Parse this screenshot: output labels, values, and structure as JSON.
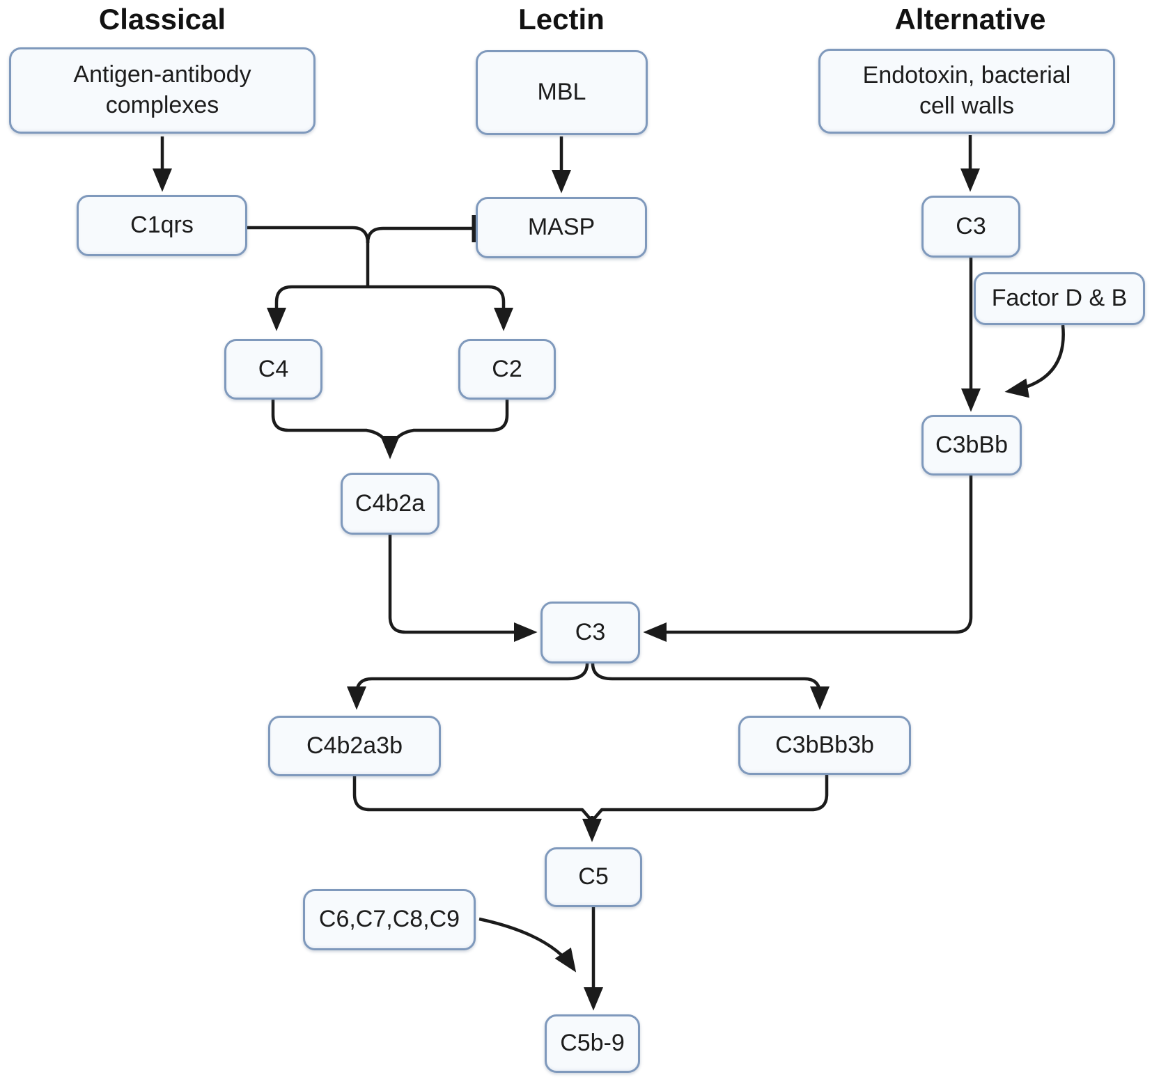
{
  "diagram": {
    "headers": {
      "classical": "Classical",
      "lectin": "Lectin",
      "alternative": "Alternative"
    },
    "nodes": {
      "antigen": {
        "lines": [
          "Antigen-antibody",
          "complexes"
        ]
      },
      "mbl": {
        "lines": [
          "MBL"
        ]
      },
      "endotoxin": {
        "lines": [
          "Endotoxin, bacterial",
          "cell walls"
        ]
      },
      "c1qrs": {
        "lines": [
          "C1qrs"
        ]
      },
      "masp": {
        "lines": [
          "MASP"
        ]
      },
      "c3_alt": {
        "lines": [
          "C3"
        ]
      },
      "factor_db": {
        "lines": [
          "Factor D & B"
        ]
      },
      "c4": {
        "lines": [
          "C4"
        ]
      },
      "c2": {
        "lines": [
          "C2"
        ]
      },
      "c3bbb": {
        "lines": [
          "C3bBb"
        ]
      },
      "c4b2a": {
        "lines": [
          "C4b2a"
        ]
      },
      "c3_central": {
        "lines": [
          "C3"
        ]
      },
      "c4b2a3b": {
        "lines": [
          "C4b2a3b"
        ]
      },
      "c3bbb3b": {
        "lines": [
          "C3bBb3b"
        ]
      },
      "c5": {
        "lines": [
          "C5"
        ]
      },
      "c6789": {
        "lines": [
          "C6,C7,C8,C9"
        ]
      },
      "c5b9": {
        "lines": [
          "C5b-9"
        ]
      }
    },
    "colors": {
      "background": "#ffffff",
      "box_fill": "#f7fafd",
      "box_border": "#7f99bc",
      "connector": "#1b1b1b",
      "text": "#1c1c1c"
    }
  }
}
